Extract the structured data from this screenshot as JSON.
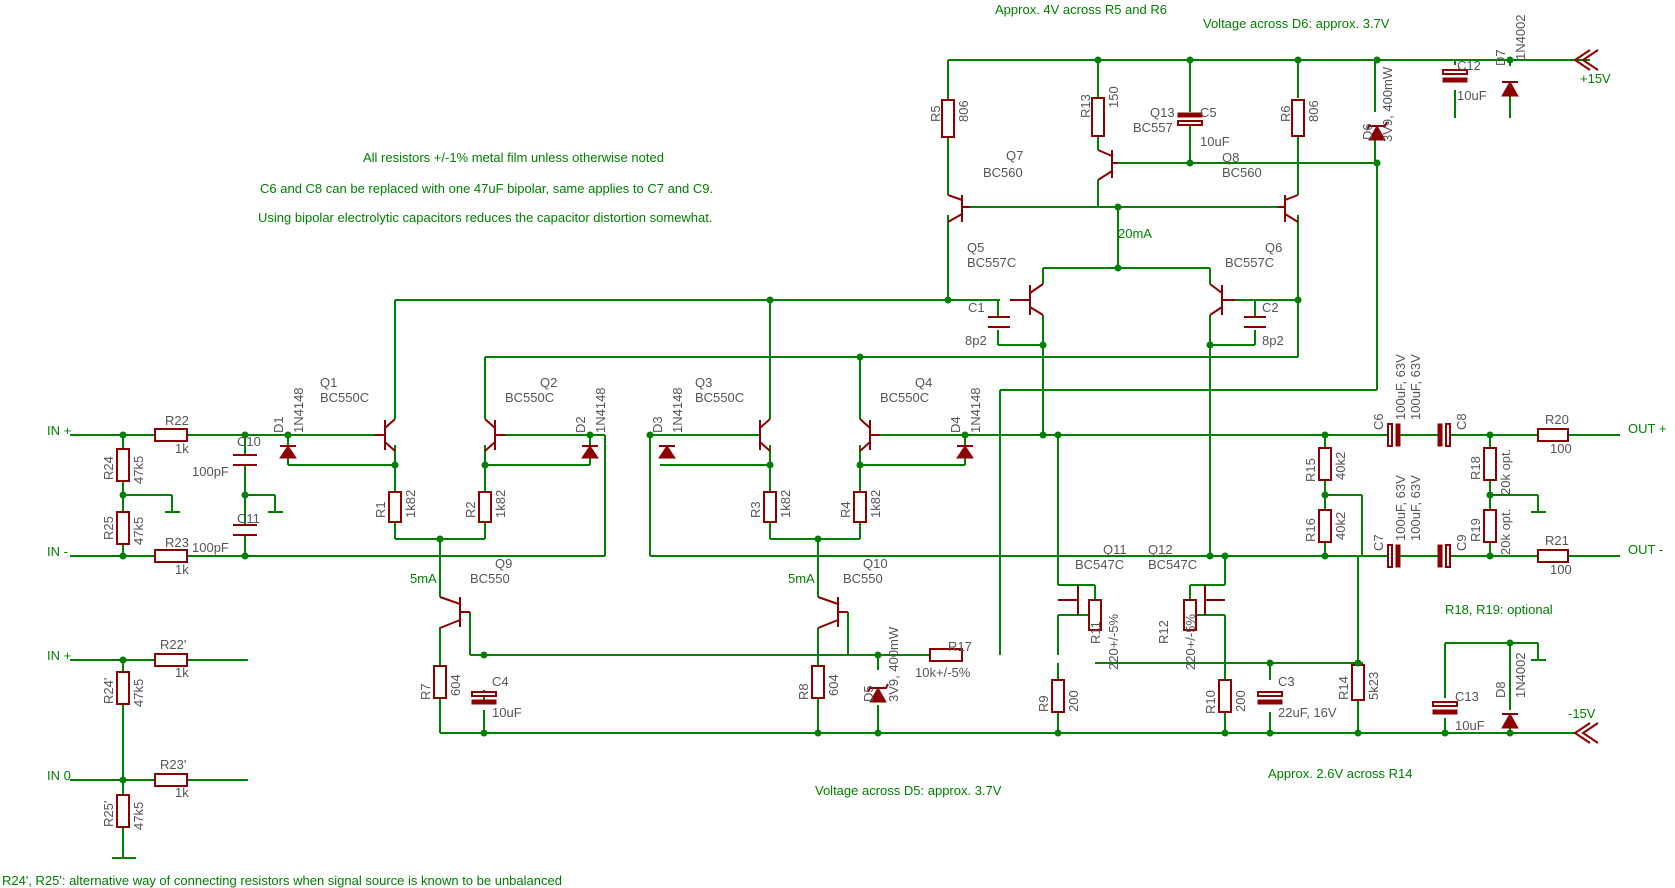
{
  "notes": {
    "n1": "Approx. 4V across R5 and R6",
    "n2": "Voltage across D6: approx. 3.7V",
    "n3": "All resistors +/-1% metal film unless otherwise noted",
    "n4": "C6 and C8 can be replaced with one 47uF bipolar, same applies to C7 and C9.",
    "n5": "Using bipolar electrolytic capacitors reduces the capacitor distortion somewhat.",
    "n6": "Voltage across D5: approx. 3.7V",
    "n7": "Approx. 2.6V across R14",
    "n8": "R18, R19: optional",
    "n9": "R24', R25': alternative way of connecting resistors when signal source is known to be unbalanced",
    "i20": "20mA",
    "i5a": "5mA",
    "i5b": "5mA"
  },
  "terminals": {
    "in_plus": "IN +",
    "in_minus": "IN -",
    "in_plus2": "IN +",
    "in_0": "IN 0",
    "out_plus": "OUT +",
    "out_minus": "OUT -",
    "vplus": "+15V",
    "vminus": "-15V"
  },
  "labels": {
    "R1": "R1",
    "R1v": "1k82",
    "R2": "R2",
    "R2v": "1k82",
    "R3": "R3",
    "R3v": "1k82",
    "R4": "R4",
    "R4v": "1k82",
    "R5": "R5",
    "R5v": "806",
    "R6": "R6",
    "R6v": "806",
    "R7": "R7",
    "R7v": "604",
    "R8": "R8",
    "R8v": "604",
    "R9": "R9",
    "R9v": "200",
    "R10": "R10",
    "R10v": "200",
    "R11": "R11",
    "R11v": "220+/-5%",
    "R12": "R12",
    "R12v": "220+/-5%",
    "R13": "R13",
    "R13v": "150",
    "R14": "R14",
    "R14v": "5k23",
    "R15": "R15",
    "R15v": "40k2",
    "R16": "R16",
    "R16v": "40k2",
    "R17": "R17",
    "R17v": "10k+/-5%",
    "R18": "R18",
    "R18v": "20k opt.",
    "R19": "R19",
    "R19v": "20k opt.",
    "R20": "R20",
    "R20v": "100",
    "R21": "R21",
    "R21v": "100",
    "R22": "R22",
    "R22v": "1k",
    "R23": "R23",
    "R23v": "1k",
    "R24": "R24",
    "R24v": "47k5",
    "R25": "R25",
    "R25v": "47k5",
    "R22p": "R22'",
    "R22pv": "1k",
    "R23p": "R23'",
    "R23pv": "1k",
    "R24p": "R24'",
    "R24pv": "47k5",
    "R25p": "R25'",
    "R25pv": "47k5",
    "C1": "C1",
    "C1v": "8p2",
    "C2": "C2",
    "C2v": "8p2",
    "C3": "C3",
    "C3v": "22uF, 16V",
    "C4": "C4",
    "C4v": "10uF",
    "C5": "C5",
    "C5v": "10uF",
    "C6": "C6",
    "C6v": "100uF, 63V",
    "C7": "C7",
    "C7v": "100uF, 63V",
    "C8": "C8",
    "C8v": "100uF, 63V",
    "C9": "C9",
    "C9v": "100uF, 63V",
    "C10": "C10",
    "C10v": "100pF",
    "C11": "C11",
    "C11v": "100pF",
    "C12": "C12",
    "C12v": "10uF",
    "C13": "C13",
    "C13v": "10uF",
    "D1": "D1",
    "D1v": "1N4148",
    "D2": "D2",
    "D2v": "1N4148",
    "D3": "D3",
    "D3v": "1N4148",
    "D4": "D4",
    "D4v": "1N4148",
    "D5": "D5",
    "D5v": "3V9, 400mW",
    "D6": "D6",
    "D6v": "3V9, 400mW",
    "D7": "D7",
    "D7v": "1N4002",
    "D8": "D8",
    "D8v": "1N4002",
    "Q1": "Q1",
    "Q1v": "BC550C",
    "Q2": "Q2",
    "Q2v": "BC550C",
    "Q3": "Q3",
    "Q3v": "BC550C",
    "Q4": "Q4",
    "Q4v": "BC550C",
    "Q5": "Q5",
    "Q5v": "BC557C",
    "Q6": "Q6",
    "Q6v": "BC557C",
    "Q7": "Q7",
    "Q7v": "BC560",
    "Q8": "Q8",
    "Q8v": "BC560",
    "Q9": "Q9",
    "Q9v": "BC550",
    "Q10": "Q10",
    "Q10v": "BC550",
    "Q11": "Q11",
    "Q11v": "BC547C",
    "Q12": "Q12",
    "Q12v": "BC547C",
    "Q13": "Q13",
    "Q13v": "BC557"
  }
}
